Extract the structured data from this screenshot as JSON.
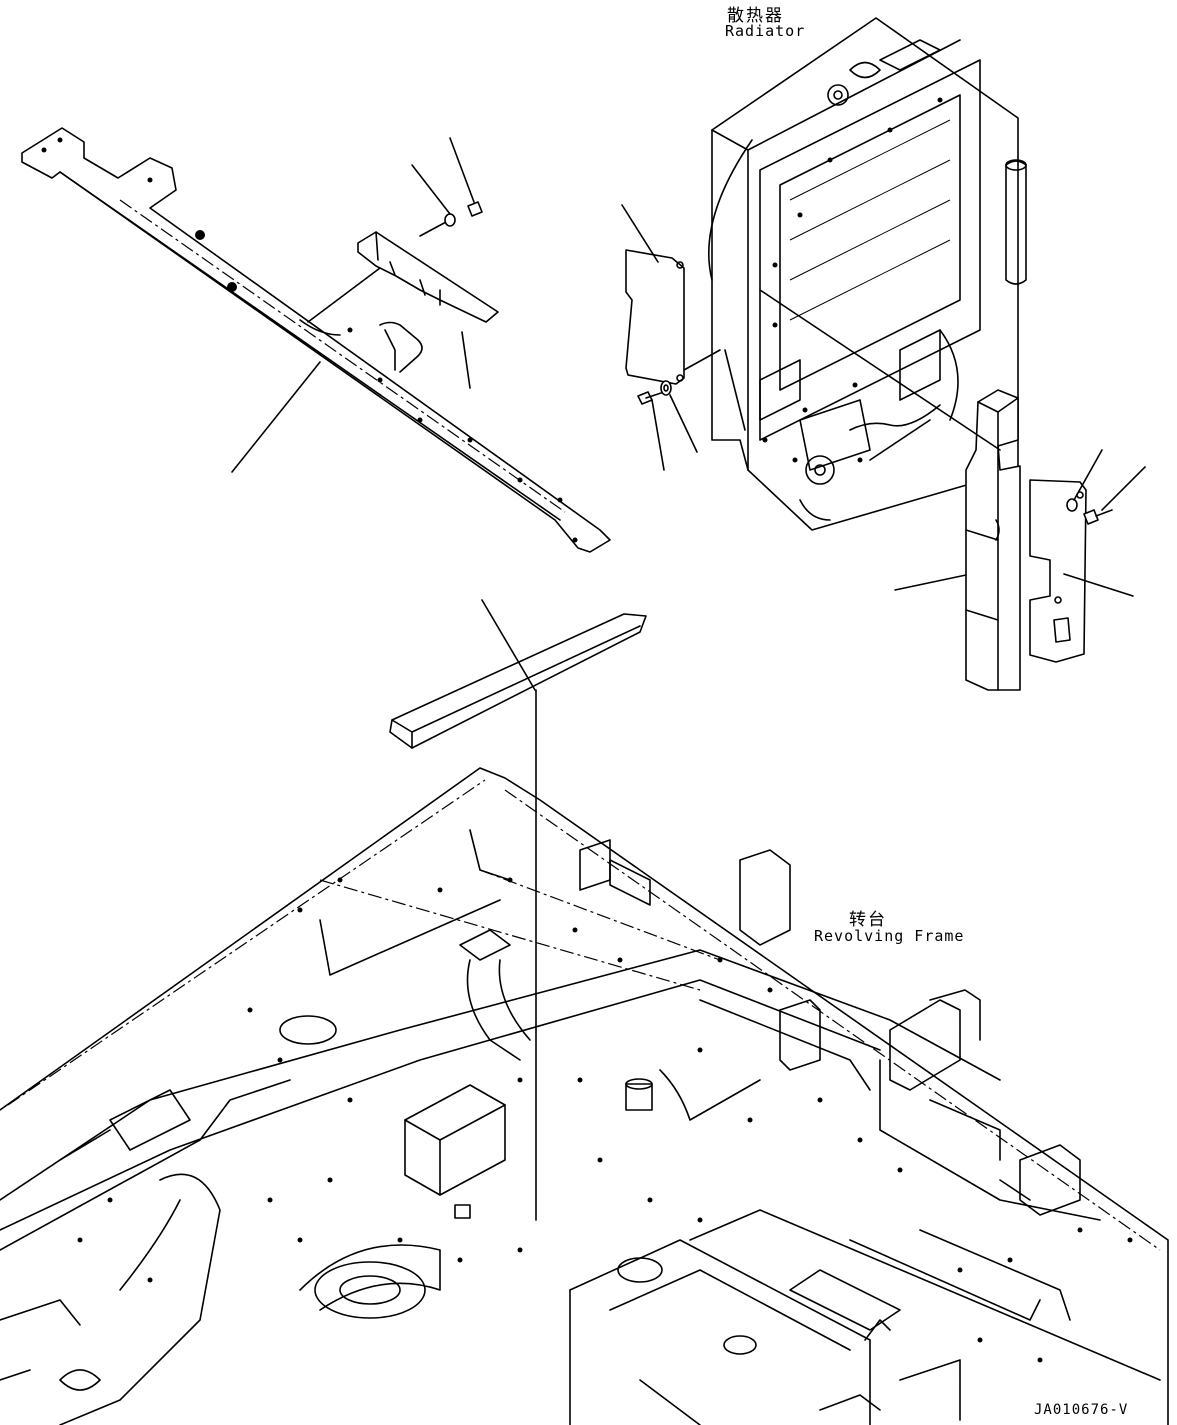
{
  "labels": {
    "radiator_cn": "散热器",
    "radiator_en": "Radiator",
    "frame_cn": "转台",
    "frame_en": "Revolving Frame",
    "drawing_code": "JA010676-V"
  }
}
